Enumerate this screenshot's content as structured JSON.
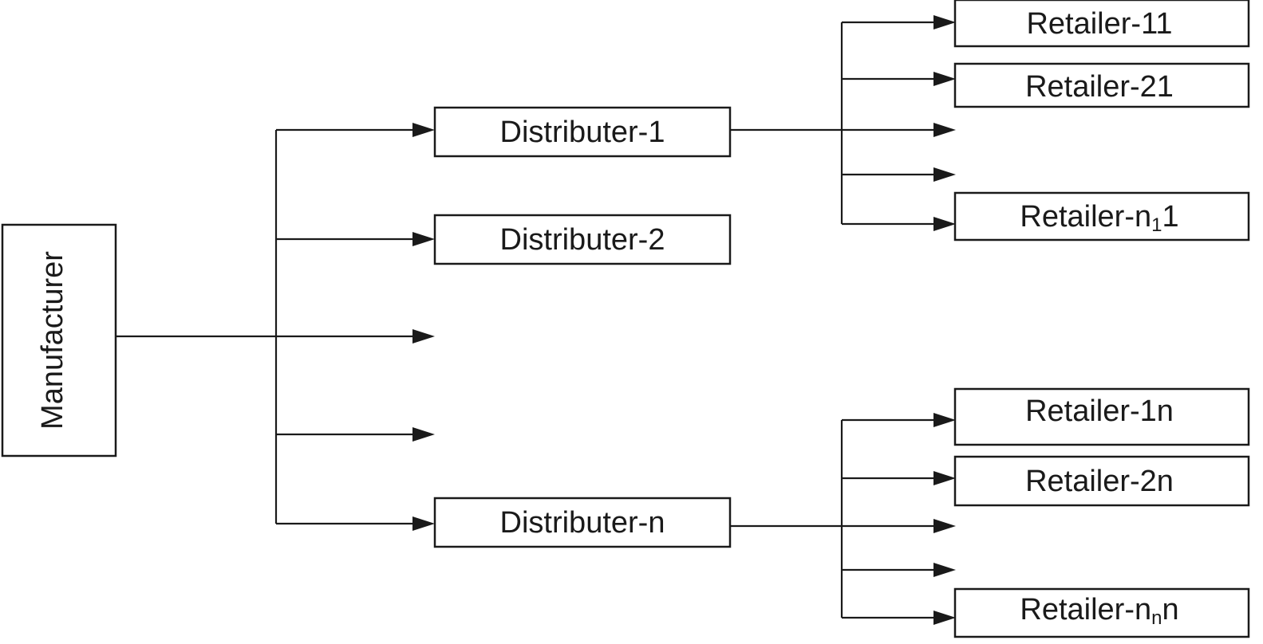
{
  "manufacturer": {
    "label": "Manufacturer"
  },
  "distributors": [
    {
      "label": "Distributer-1"
    },
    {
      "label": "Distributer-2"
    },
    {
      "label": "Distributer-n"
    }
  ],
  "retailers_group_1": [
    {
      "label": "Retailer-11"
    },
    {
      "label": "Retailer-21"
    },
    {
      "prefix": "Retailer-n",
      "subscript": "1",
      "suffix": "1"
    }
  ],
  "retailers_group_n": [
    {
      "label": "Retailer-1n"
    },
    {
      "label": "Retailer-2n"
    },
    {
      "prefix": "Retailer-n",
      "subscript": "n",
      "suffix": "n"
    }
  ],
  "colors": {
    "stroke": "#1a1a1a",
    "background": "#ffffff"
  }
}
